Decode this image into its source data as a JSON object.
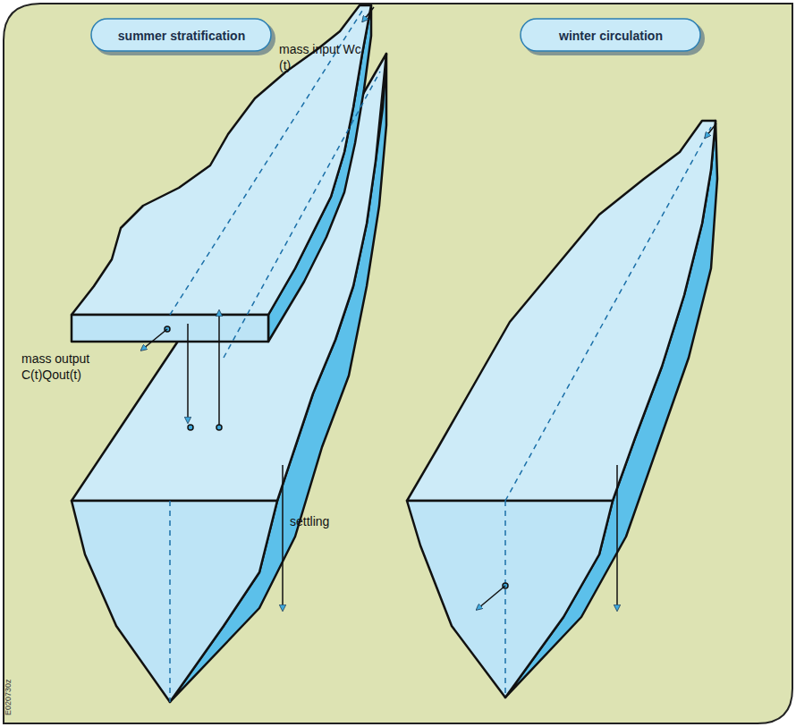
{
  "diagram": {
    "nodes": [
      {
        "text": [
          "summer stratification"
        ]
      },
      {
        "text": [
          "winter circulation"
        ]
      }
    ],
    "labels": [
      "mass input Wc (t)",
      "mass output C(t)Qout(t)",
      "settling",
      "E020730z"
    ]
  }
}
